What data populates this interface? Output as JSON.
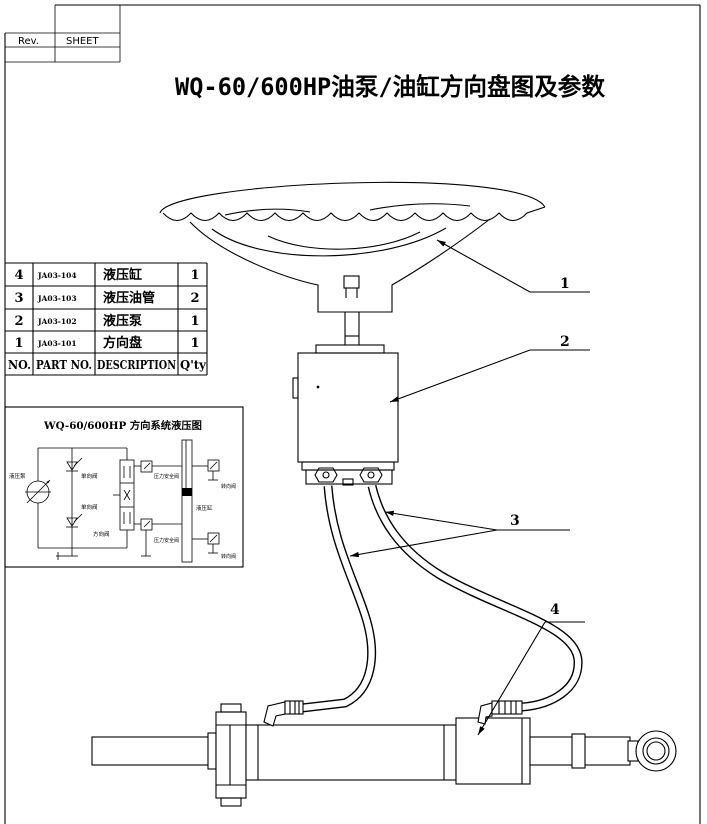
{
  "title": "WQ-60/600HP油泵/油缸方向盘图及参数",
  "revision_block": {
    "rev_label": "Rev.",
    "sheet_label": "SHEET"
  },
  "parts_table": {
    "headers": {
      "no": "NO.",
      "part_no": "PART NO.",
      "description": "DESCRIPTION",
      "qty": "Q'ty"
    },
    "rows": [
      {
        "no": "4",
        "part_no": "JA03-104",
        "description": "液压缸",
        "qty": "1"
      },
      {
        "no": "3",
        "part_no": "JA03-103",
        "description": "液压油管",
        "qty": "2"
      },
      {
        "no": "2",
        "part_no": "JA03-102",
        "description": "液压泵",
        "qty": "1"
      },
      {
        "no": "1",
        "part_no": "JA03-101",
        "description": "方向盘",
        "qty": "1"
      }
    ]
  },
  "callouts": {
    "steering_wheel": "1",
    "pump": "2",
    "hoses": "3",
    "cylinder": "4"
  },
  "schematic": {
    "title": "WQ-60/600HP 方向系统液压图",
    "labels": {
      "pump": "液压泵",
      "check_valve_1": "单向阀",
      "check_valve_2": "单向阀",
      "directional_valve": "方向阀",
      "relief_valve_1": "压力安全阀",
      "relief_valve_2": "压力安全阀",
      "cylinder": "液压缸",
      "steering_valve_1": "转向阀",
      "steering_valve_2": "转向阀"
    }
  }
}
